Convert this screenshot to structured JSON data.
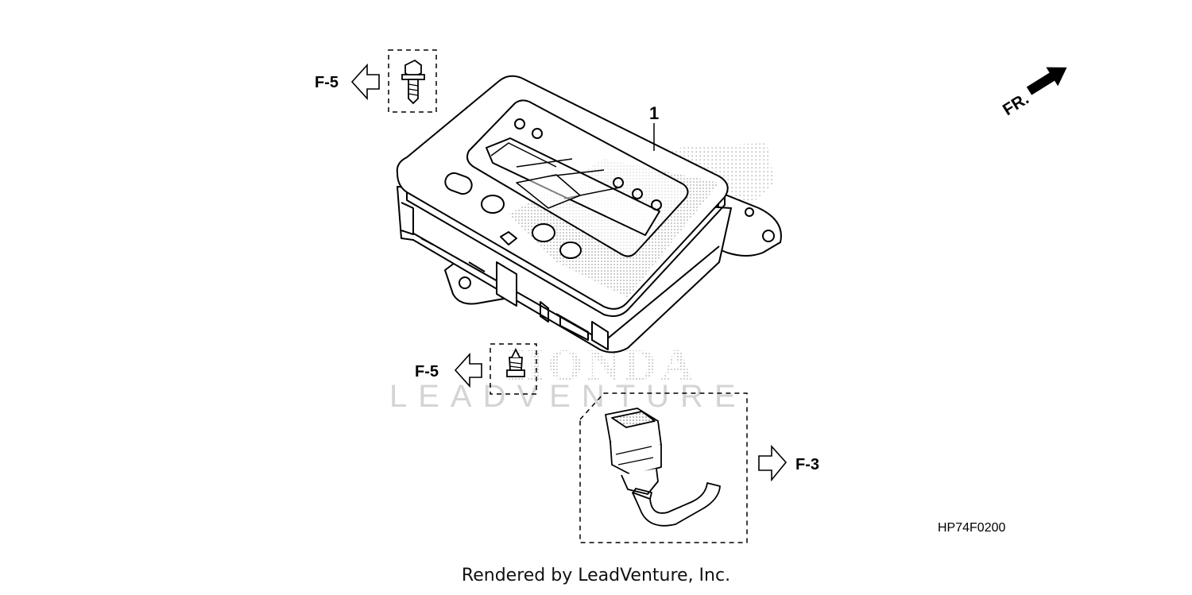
{
  "callouts": {
    "f5_top": "F-5",
    "f5_bottom": "F-5",
    "f3": "F-3",
    "item_1": "1",
    "front": "FR."
  },
  "watermark": {
    "honda": "HONDA",
    "leadventure": "LEADVENTURE"
  },
  "diagram_code": "HP74F0200",
  "footer": "Rendered by LeadVenture, Inc.",
  "colors": {
    "line": "#000000",
    "watermark": "#d4d4d4",
    "stipple": "#9a9a9a"
  },
  "icons": [
    "reference-arrow-left-icon",
    "reference-arrow-right-icon",
    "front-direction-arrow-icon",
    "bolt-icon",
    "screw-icon",
    "wire-connector-icon",
    "meter-assembly-icon"
  ]
}
